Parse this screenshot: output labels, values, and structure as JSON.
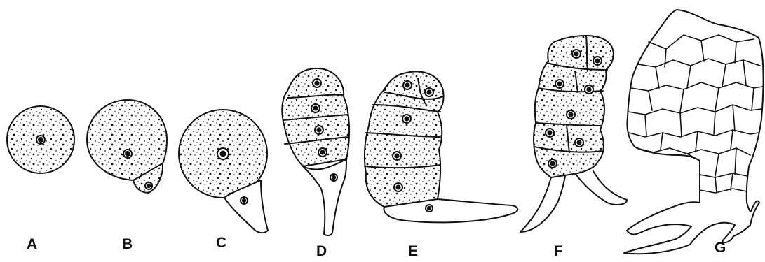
{
  "figure": {
    "colors": {
      "ink": "#111111",
      "paper": "#ffffff"
    },
    "stages": [
      {
        "id": "A",
        "label": "A"
      },
      {
        "id": "B",
        "label": "B"
      },
      {
        "id": "C",
        "label": "C"
      },
      {
        "id": "D",
        "label": "D"
      },
      {
        "id": "E",
        "label": "E"
      },
      {
        "id": "F",
        "label": "F"
      },
      {
        "id": "G",
        "label": "G"
      }
    ]
  }
}
